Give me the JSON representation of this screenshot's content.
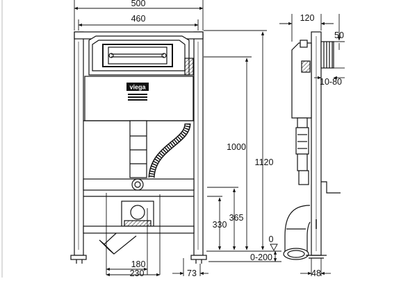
{
  "figure": {
    "kind": "technical drawing",
    "brand_logo": "viega",
    "line_color": "#111111",
    "background": "#ffffff"
  },
  "front_view": {
    "dimensions": {
      "overall_width": "500",
      "frame_width": "460",
      "height_to_support": "1000",
      "overall_height": "1120",
      "outlet_height_a": "365",
      "outlet_height_b": "330",
      "floor_level": "0",
      "foot_adjust": "0-200",
      "bottom_span_a": "180",
      "bottom_span_b": "230",
      "foot_offset": "73"
    }
  },
  "side_view": {
    "dimensions": {
      "depth": "120",
      "pipe_offset": "50",
      "wall_gap": "10-80",
      "frame_depth": "48"
    }
  }
}
